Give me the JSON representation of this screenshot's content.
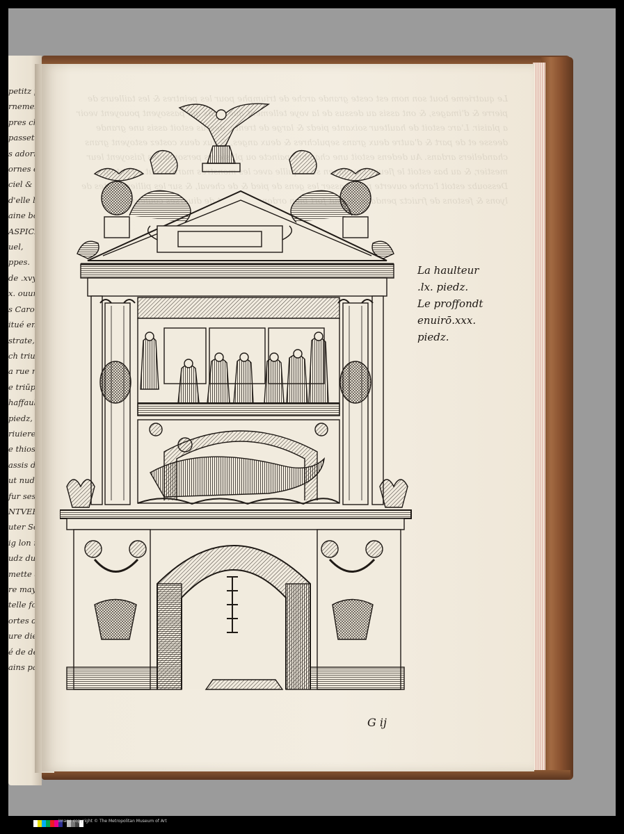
{
  "left_page": {
    "lines": [
      "petitz pessi",
      "rnemes marcas",
      "pres champestr",
      "passetemps pl",
      "s adornees de",
      "ornes de bouc",
      "ciel & les ric",
      "d'elle les cy",
      "aine bouche f",
      "ASPICE.",
      "uel,",
      "ppes.",
      "de .xvy'. d' auiz",
      "x. ouuriers s.a",
      "s Carolus.",
      "itué en la",
      "strate,",
      "ch triumphal d",
      "a rue nommee",
      "e triūphal d'",
      "haffaultz ey",
      "piedz, fur leq",
      "riuiere prendan",
      "e thiosse Schel",
      "assis de deux",
      "ut nudz, exce",
      "fur ses espaul",
      "NTVERPIA",
      "uter Schafau",
      "ig lon nōme",
      "udz du nomme",
      "mette a plaine",
      "re may. Desso",
      "telle forte,",
      "ortes de bien",
      "ure dieu des m",
      "é de deux affis",
      "ains pacquet"
    ]
  },
  "caption": {
    "lines": [
      "La haulteur",
      ".lx. piedz.",
      "Le proffondt",
      "enuirō.xxx.",
      "piedz."
    ]
  },
  "signature": "G ij",
  "illustration": {
    "name": "woodcut-triumphal-arch"
  },
  "footer": {
    "credit": "Image copyright © The Metropolitan Museum of Art",
    "colors": [
      "#ffffff",
      "#e7e000",
      "#00aef0",
      "#00a651",
      "#ed1c24",
      "#ec008c",
      "#2e3192",
      "#000000",
      "#bbbbbb",
      "#777777",
      "#444444",
      "#ffffff"
    ]
  }
}
